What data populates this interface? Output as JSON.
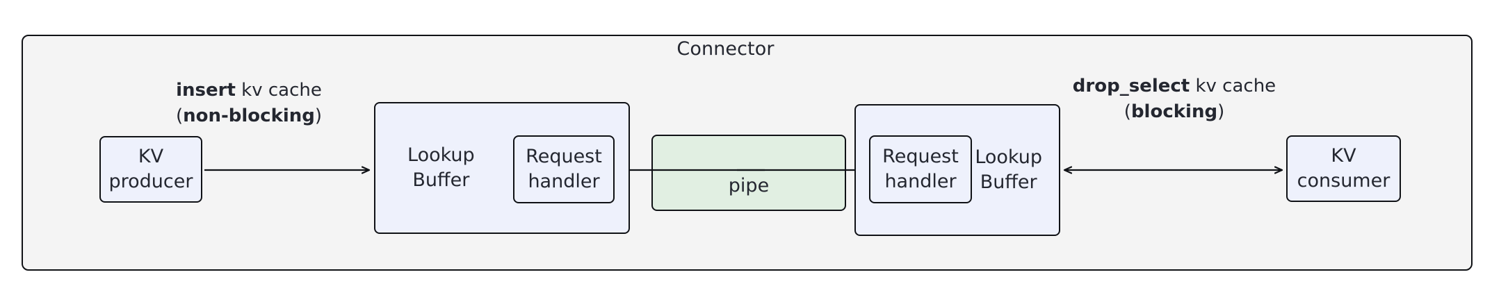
{
  "diagram": {
    "container": {
      "title": "Connector"
    },
    "nodes": {
      "kv_producer": {
        "label": "KV\nproducer"
      },
      "lookup_buffer_left": {
        "label": "Lookup\nBuffer"
      },
      "request_handler_left": {
        "label": "Request\nhandler"
      },
      "pipe": {
        "label": "pipe"
      },
      "request_handler_right": {
        "label": "Request\nhandler"
      },
      "lookup_buffer_right": {
        "label": "Lookup\nBuffer"
      },
      "kv_consumer": {
        "label": "KV\nconsumer"
      }
    },
    "edges": {
      "insert": {
        "op": "insert",
        "rest": " kv cache",
        "paren_open": "(",
        "mode": "non-blocking",
        "paren_close": ")",
        "direction": "right"
      },
      "pipe_left": {
        "direction": "left"
      },
      "pipe_right": {
        "direction": "right"
      },
      "drop_select": {
        "op": "drop_select",
        "rest": " kv cache",
        "paren_open": "(",
        "mode": "blocking",
        "paren_close": ")",
        "direction": "both"
      }
    },
    "colors": {
      "container_fill": "#f4f4f4",
      "node_fill": "#eef1fc",
      "pipe_fill": "#e1efe2",
      "stroke": "#0f1115",
      "text": "#242730"
    }
  }
}
